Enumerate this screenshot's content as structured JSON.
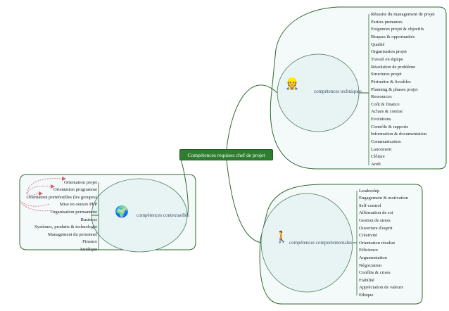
{
  "central": "Compétences requises chef de projet",
  "colors": {
    "central": "#2f7d2f",
    "branch": "#2e6b2e",
    "panel": "#f4f9fa",
    "ellipse": "#e6f3f3",
    "arrow": "#d06070"
  },
  "branches": {
    "technique": {
      "label": "compétences techniques",
      "icon": "engineer-blueprint-icon",
      "items": [
        "Réussite du management de projet",
        "Parties prenantes",
        "Exigences projet & objectifs",
        "Risques & opportunités",
        "Qualité",
        "Organisation projet",
        "Travail en équipe",
        "Résolution de problème",
        "Structures projet",
        "Périmètre & livrables",
        "Planning & phases projet",
        "Ressources",
        "Coût & finance",
        "Achats & contrat",
        "Evolutions",
        "Contrôle & rapports",
        "Information & documentation",
        "Communication",
        "Lancement",
        "Clôture",
        "Arrêt"
      ]
    },
    "comportement": {
      "label": "compétences comportementales",
      "icon": "worker-figure-icon",
      "items": [
        "Leadership",
        "Engagement & motivation",
        "Self-control",
        "Affirmation de soi",
        "Gestion de stress",
        "Ouverture d'esprit",
        "Créativité",
        "Orientation résultat",
        "Efficience",
        "Argumentation",
        "Négociation",
        "Conflits & crises",
        "Fiabilité",
        "Appréciation de valeurs",
        "Ethique"
      ]
    },
    "contexte": {
      "label": "compétences contextuelles",
      "icon": "globe-worker-cones-icon",
      "items": [
        "Orientation projet",
        "Orientation programme",
        "Orientation portefeuilles (les groupes)",
        "Mise en oeuvre PPP",
        "Organisation permanente",
        "Business",
        "Systèmes, produits & technologie",
        "Management du personnel",
        "Finance",
        "Juridique"
      ]
    }
  }
}
